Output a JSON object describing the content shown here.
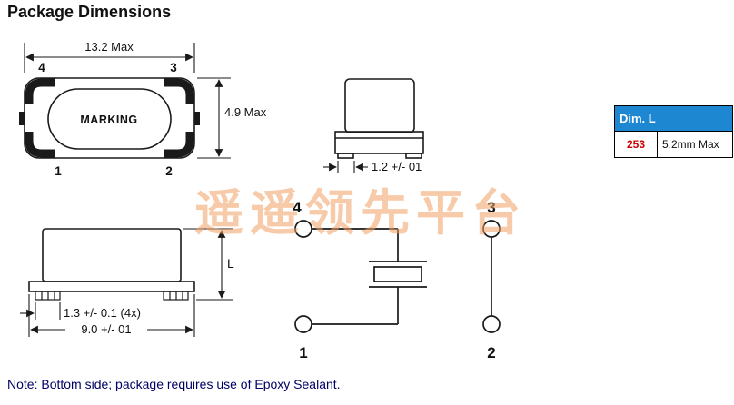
{
  "title": "Package Dimensions",
  "watermark": "遥遥领先平台",
  "note": "Note: Bottom side; package requires use of Epoxy Sealant.",
  "colors": {
    "table_header_bg": "#1e87d2",
    "table_dim_red": "#cc0000",
    "note_blue": "#000066",
    "watermark_orange": "#f2a263"
  },
  "dim_table": {
    "header": "Dim. L",
    "rows": [
      {
        "dim": "253",
        "value": "5.2mm Max"
      }
    ]
  },
  "top_view": {
    "marking_label": "MARKING",
    "width_dim": "13.2 Max",
    "height_dim": "4.9 Max",
    "pin_top_left": "4",
    "pin_top_right": "3",
    "pin_bottom_left": "1",
    "pin_bottom_right": "2"
  },
  "side_view": {
    "pad_dim": "1.3 +/- 0.1 (4x)",
    "body_dim": "9.0 +/- 01",
    "height_dim": "L"
  },
  "front_view": {
    "pad_dim": "1.2 +/- 01"
  },
  "schematic": {
    "pin4": "4",
    "pin3": "3",
    "pin1": "1",
    "pin2": "2"
  }
}
